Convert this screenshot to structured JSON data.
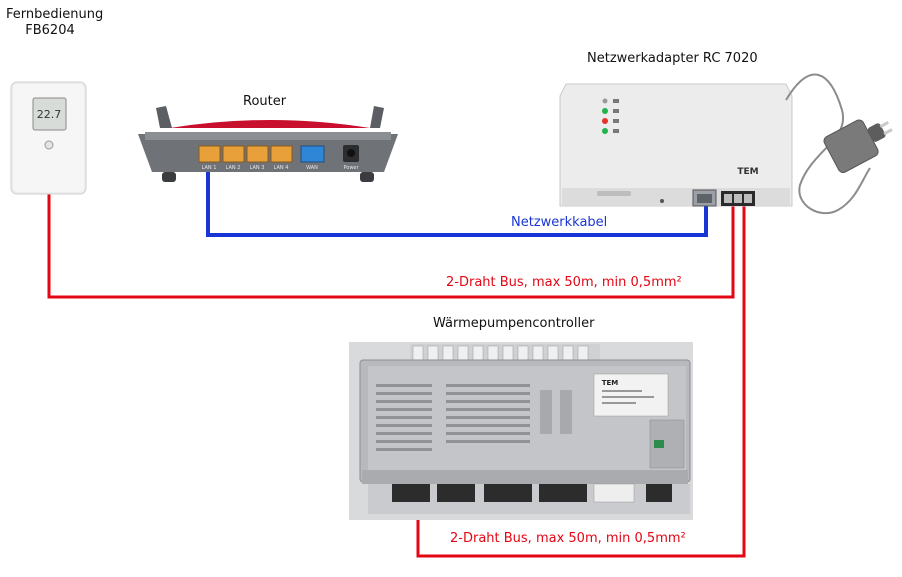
{
  "labels": {
    "remote_title": "Fernbedienung",
    "remote_model": "FB6204",
    "remote_display": "22.7",
    "router_title": "Router",
    "router_ports": [
      "LAN 1",
      "LAN 2",
      "LAN 3",
      "LAN 4",
      "WAN",
      "Power"
    ],
    "adapter_title": "Netzwerkadapter RC 7020",
    "adapter_brand": "TEM",
    "network_cable": "Netzwerkkabel",
    "bus_top": "2-Draht Bus, max 50m, min 0,5mm²",
    "controller_title": "Wärmepumpencontroller",
    "controller_brand": "TEM",
    "bus_bottom": "2-Draht Bus, max 50m, min 0,5mm²"
  },
  "colors": {
    "bus_wire": "#e30613",
    "network_cable": "#1a35d6",
    "router_lan_ports": "#e8a13a",
    "router_wan_port": "#2f86d6",
    "router_accent": "#c8102e",
    "led_green": "#22b14c",
    "led_red": "#e5322d"
  },
  "icons": [
    "thermostat-remote-icon",
    "router-icon",
    "network-adapter-icon",
    "power-supply-icon",
    "heat-pump-controller-icon"
  ]
}
